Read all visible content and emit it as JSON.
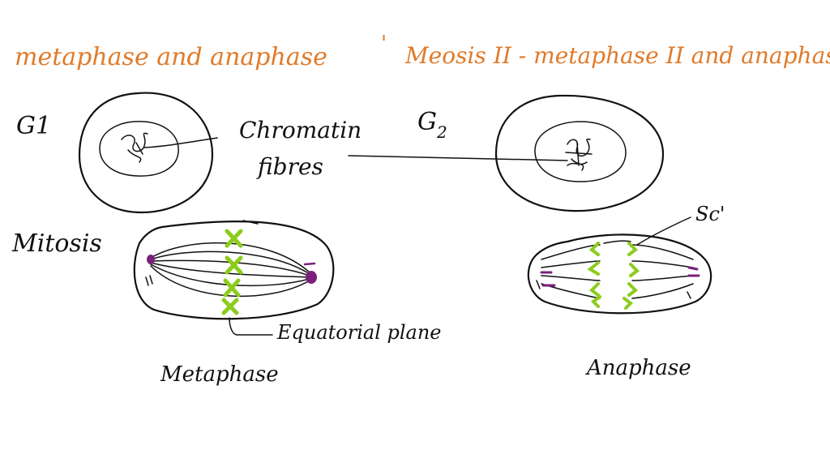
{
  "header": {
    "left_text": "metaphase and anaphase",
    "tick_mark": "'",
    "right_text": "Meosis II - metaphase II and anaphaseII"
  },
  "labels": {
    "g1": "G1",
    "g2_main": "G",
    "g2_sub": "2",
    "chromatin_line1": "Chromatin",
    "chromatin_line2": "fibres",
    "mitosis": "Mitosis",
    "equatorial_plane": "Equatorial plane",
    "metaphase": "Metaphase",
    "anaphase": "Anaphase",
    "sc": "Sc'"
  },
  "colors": {
    "ink": "#111111",
    "header": "#e07b2a",
    "chromosome": "#8ccc1c",
    "centrosome": "#7a1f7a"
  }
}
